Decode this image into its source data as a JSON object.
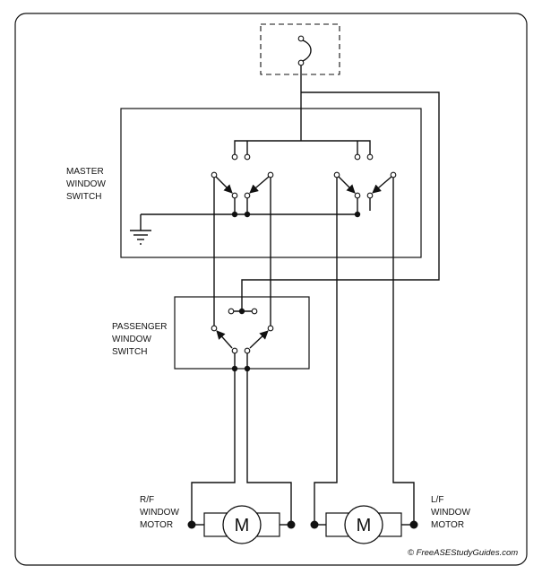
{
  "labels": {
    "master_switch": [
      "MASTER",
      "WINDOW",
      "SWITCH"
    ],
    "passenger_switch": [
      "PASSENGER",
      "WINDOW",
      "SWITCH"
    ],
    "rf_motor": [
      "R/F",
      "WINDOW",
      "MOTOR"
    ],
    "lf_motor": [
      "L/F",
      "WINDOW",
      "MOTOR"
    ],
    "motor_symbol": "M",
    "copyright": "© FreeASEStudyGuides.com"
  },
  "icons": [
    "circuit-breaker-icon",
    "ground-icon",
    "motor-icon",
    "switch-arrow-icon"
  ]
}
